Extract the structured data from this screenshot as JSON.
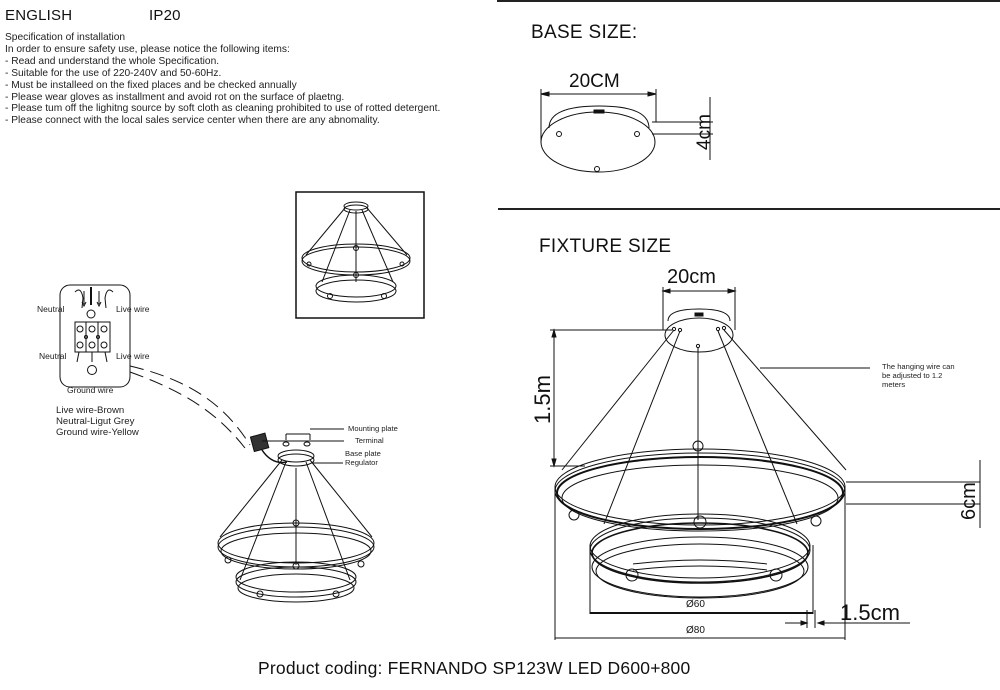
{
  "header": {
    "language": "ENGLISH",
    "ip_rating": "IP20"
  },
  "specification": {
    "title": "Specification of installation",
    "intro": "In order to ensure safety use, please notice the following items:",
    "items": [
      "- Read and understand the whole Specification.",
      "- Suitable for the use of 220-240V and 50-60Hz.",
      "- Must be installeed on the fixed places and be checked annually",
      "- Please wear gloves as installment and avoid rot on the surface of plaetng.",
      "- Please tum off the lighitng source by soft cloth as cleaning prohibited to use of rotted detergent.",
      "- Please connect with the local sales service center when there are any abnomality."
    ]
  },
  "wiring_diagram": {
    "labels": {
      "neutral_top": "Neutral",
      "live_top": "Live wire",
      "neutral_bottom": "Neutral",
      "live_bottom": "Live wire",
      "ground": "Ground wire"
    },
    "legend": [
      "Live wire-Brown",
      "Neutral-Ligut Grey",
      "Ground wire-Yellow"
    ]
  },
  "assembly_diagram": {
    "callouts": [
      "Mounting plate",
      "Terminal",
      "Base plate",
      "Regulator"
    ]
  },
  "base_size": {
    "title": "BASE SIZE:",
    "width": "20CM",
    "height": "4cm"
  },
  "fixture_size": {
    "title": "FIXTURE SIZE",
    "canopy_width": "20cm",
    "hanging_height": "1.5m",
    "hanging_note": "The hanging wire can be adjusted to 1.2 meters",
    "hanging_note_lines": [
      "The hanging wire can",
      "be adjusted to 1.2",
      "meters"
    ],
    "ring_height": "6cm",
    "ring_thickness": "1.5cm",
    "inner_diameter": "Ø60",
    "outer_diameter": "Ø80"
  },
  "footer": {
    "product_coding": "Product coding: FERNANDO SP123W LED D600+800"
  },
  "colors": {
    "ink": "#111111",
    "background": "#ffffff"
  }
}
